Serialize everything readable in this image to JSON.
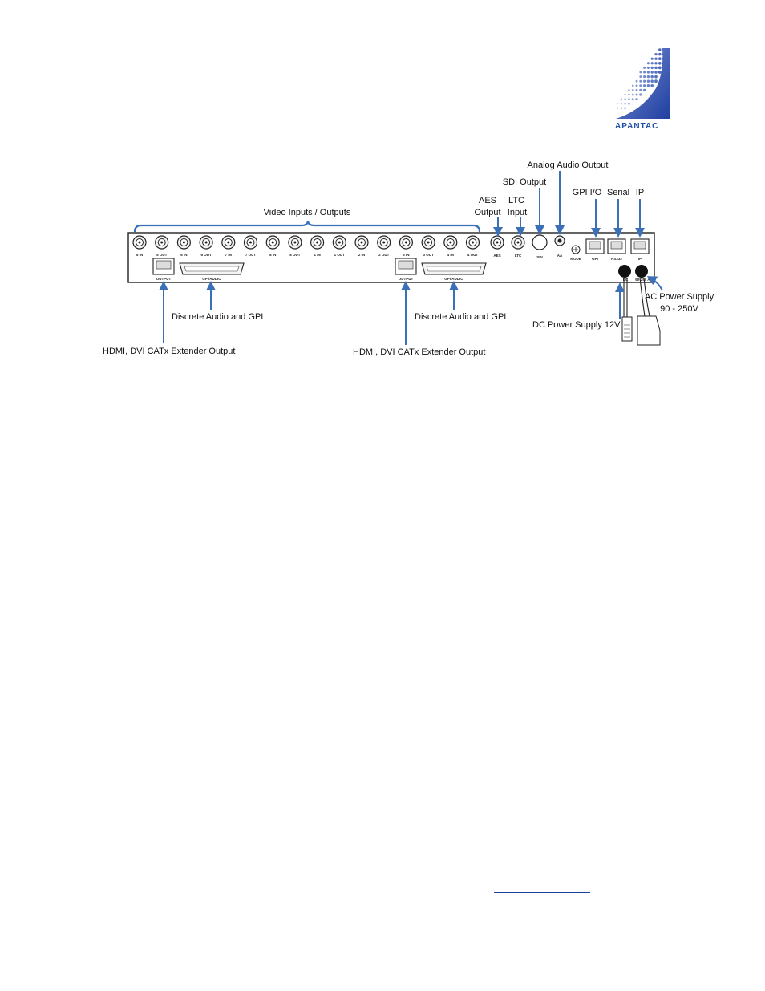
{
  "brand": {
    "name": "APANTAC"
  },
  "connectors": [
    {
      "label": "5 IN"
    },
    {
      "label": "5 OUT"
    },
    {
      "label": "6 IN"
    },
    {
      "label": "6 OUT"
    },
    {
      "label": "7 IN"
    },
    {
      "label": "7 OUT"
    },
    {
      "label": "8 IN"
    },
    {
      "label": "8 OUT"
    },
    {
      "label": "1 IN"
    },
    {
      "label": "1 OUT"
    },
    {
      "label": "2 IN"
    },
    {
      "label": "2 OUT"
    },
    {
      "label": "3 IN"
    },
    {
      "label": "3 OUT"
    },
    {
      "label": "4 IN"
    },
    {
      "label": "4 OUT"
    }
  ],
  "panel": {
    "aes": "AES",
    "ltc": "LTC",
    "sdi": "SDI",
    "aa": "AA",
    "mode": "MODE",
    "gpi": "GPI",
    "rs232": "RS232",
    "ip": "IP",
    "output_left": "OUTPUT",
    "output_right": "OUTPUT",
    "gpi_audio_left": "GPI/AUDIO",
    "gpi_audio_right": "GPI/AUDIO",
    "dc": "DC",
    "ac": "90-250 AC"
  },
  "callouts": {
    "video_io": "Video Inputs / Outputs",
    "aes_output": [
      "AES",
      "Output"
    ],
    "ltc_input": [
      "LTC",
      "Input"
    ],
    "sdi_output": "SDI Output",
    "analog_audio_output": "Analog Audio Output",
    "gpi_io": "GPI I/O",
    "serial": "Serial",
    "ip": "IP",
    "discrete_audio_gpi_left": "Discrete Audio and GPI",
    "discrete_audio_gpi_right": "Discrete Audio and GPI",
    "hdmi_left": "HDMI, DVI CATx Extender Output",
    "hdmi_right": "HDMI, DVI CATx Extender Output",
    "dc_power": "DC Power Supply 12V",
    "ac_power": [
      "AC Power Supply",
      "90 - 250V"
    ]
  },
  "colors": {
    "arrow": "#3b6fb6",
    "brand": "#1f4fa8"
  }
}
